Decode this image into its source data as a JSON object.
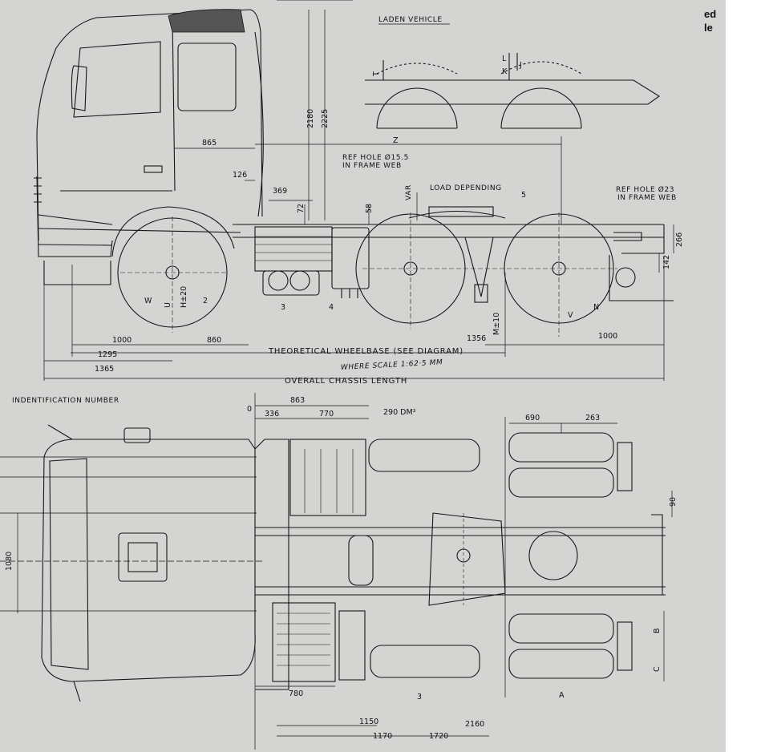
{
  "edge_text": {
    "line1": "ed",
    "line2": "le"
  },
  "side_view": {
    "title": "LADEN VEHICLE",
    "ref_hole_front": "REF HOLE Ø15.5\nIN FRAME WEB",
    "ref_hole_rear": "REF HOLE Ø23\nIN FRAME WEB",
    "load_depending": "LOAD DEPENDING",
    "var": "VAR",
    "dims": {
      "d2180": "2180",
      "d2225": "2225",
      "d865": "865",
      "d126": "126",
      "d369": "369",
      "d72": "72",
      "d58": "58",
      "d266": "266",
      "d142": "142",
      "d1000a": "1000",
      "d860": "860",
      "d1295": "1295",
      "d1365": "1365",
      "d1356": "1356",
      "d1000b": "1000",
      "d5": "5",
      "d3": "3",
      "d4": "4",
      "d2": "2",
      "z": "Z",
      "t": "T",
      "k": "K",
      "j": "J",
      "l": "L",
      "hplus20": "H±20",
      "u": "U",
      "w": "W",
      "v": "V",
      "m": "M±10",
      "n": "N"
    },
    "wheelbase": "THEORETICAL WHEELBASE (SEE DIAGRAM)",
    "overall": "OVERALL CHASSIS LENGTH",
    "scale_note": "WHERE SCALE 1:62·5 MM"
  },
  "plan_view": {
    "ident": "INDENTIFICATION NUMBER",
    "tank": "290 DM³",
    "dims": {
      "d0": "0",
      "d863": "863",
      "d336": "336",
      "d770": "770",
      "d690": "690",
      "d263": "263",
      "d90": "90",
      "d1080": "1080",
      "b": "B",
      "c": "C",
      "d780": "780",
      "d3": "3",
      "a": "A",
      "d1150": "1150",
      "d1170": "1170",
      "d1720": "1720",
      "d2160": "2160"
    }
  },
  "colors": {
    "paper": "#d4d4d2",
    "ink": "#161616"
  }
}
